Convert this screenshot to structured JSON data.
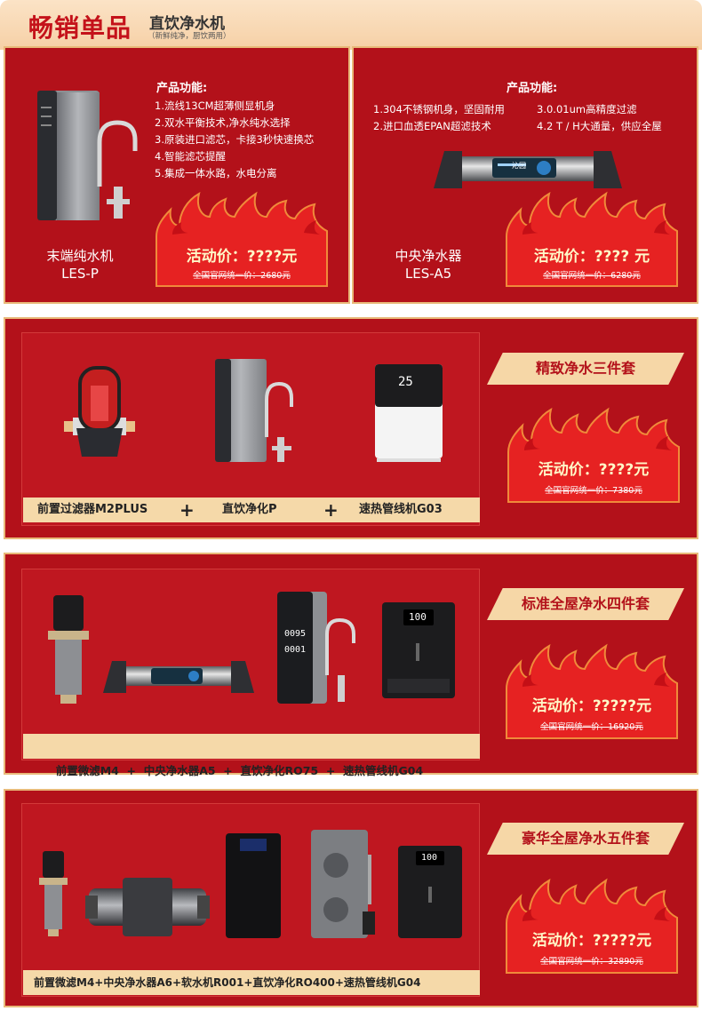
{
  "header": {
    "title": "畅销单品",
    "subtitle": "直饮净水机",
    "note": "（新鲜纯净，厨饮两用）"
  },
  "single_left": {
    "feature_title": "产品功能:",
    "features": [
      "1.流线13CM超薄侧显机身",
      "2.双水平衡技术,净水纯水选择",
      "3.原装进口滤芯，卡接3秒快速换芯",
      "4.智能滤芯提醒",
      "5.集成一体水路，水电分离"
    ],
    "name_line1": "末端纯水机",
    "name_line2": "LES-P",
    "price": "活动价：????元",
    "original": "全国官网统一价：2680元"
  },
  "single_right": {
    "feature_title": "产品功能:",
    "features_col1": [
      "1.304不锈钢机身，坚固耐用",
      "2.进口血透EPAN超滤技术"
    ],
    "features_col2": [
      "3.0.01um高精度过滤",
      "4.2 T / H大通量，供应全屋"
    ],
    "device_brand": "沁园",
    "name_line1": "中央净水器",
    "name_line2": "LES-A5",
    "price": "活动价：???? 元",
    "original": "全国官网统一价：6280元"
  },
  "set3": {
    "banner": "精致净水三件套",
    "display_value": "25",
    "items": [
      "前置过滤器M2PLUS",
      "直饮净化P",
      "速热管线机G03"
    ],
    "plus": "+",
    "price": "活动价：????元",
    "original": "全国官网统一价：7380元"
  },
  "set4": {
    "banner": "标准全屋净水四件套",
    "display_value": "100",
    "ro_display": "0095",
    "ro_display2": "0001",
    "combo": "前置微滤M4  +  中央净水器A5  +  直饮净化RO75  +  速热管线机G04",
    "price": "活动价：?????元",
    "original": "全国官网统一价：16920元"
  },
  "set5": {
    "banner": "豪华全屋净水五件套",
    "display_value": "100",
    "combo": "前置微滤M4+中央净水器A6+软水机R001+直饮净化RO400+速热管线机G04",
    "price": "活动价：?????元",
    "original": "全国官网统一价：32890元"
  },
  "colors": {
    "panel_red": "#b3111a",
    "gold": "#f6d7a7",
    "flame_red": "#e62222",
    "price_yellow": "#fff8c8"
  }
}
